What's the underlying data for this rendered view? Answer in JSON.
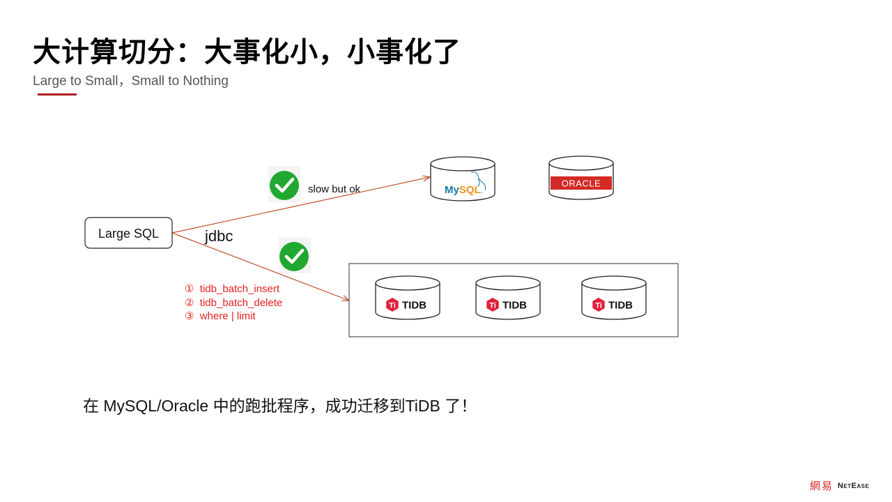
{
  "header": {
    "title": "大计算切分：大事化小，小事化了",
    "subtitle": "Large to Small，Small to Nothing",
    "accent_color": "#b01c22"
  },
  "diagram": {
    "source_node": {
      "label": "Large SQL"
    },
    "connection_label": "jdbc",
    "upper_path": {
      "status_icon": "check-circle-icon",
      "label": "slow but ok",
      "targets": [
        {
          "name": "mysql-database",
          "logo_text": "MySQL",
          "logo_suffix": "."
        },
        {
          "name": "oracle-database",
          "logo_text": "ORACLE"
        }
      ]
    },
    "lower_path": {
      "status_icon": "check-circle-icon",
      "steps": [
        {
          "marker": "①",
          "text": "tidb_batch_insert"
        },
        {
          "marker": "②",
          "text": "tidb_batch_delete"
        },
        {
          "marker": "③",
          "text": "where | limit"
        }
      ],
      "cluster": [
        {
          "logo_text": "TIDB"
        },
        {
          "logo_text": "TIDB"
        },
        {
          "logo_text": "TIDB"
        }
      ]
    },
    "colors": {
      "arrow": "#c0502a",
      "check_green": "#21a830",
      "steps_red": "#e8201f",
      "oracle_red": "#d42a26",
      "mysql_blue": "#1b78a8",
      "mysql_orange": "#f0901e",
      "tidb_red": "#e0203a"
    }
  },
  "caption": "在 MySQL/Oracle 中的跑批程序，成功迁移到TiDB 了！",
  "footer": {
    "brand_cn": "網易",
    "brand_en": "NetEase"
  }
}
